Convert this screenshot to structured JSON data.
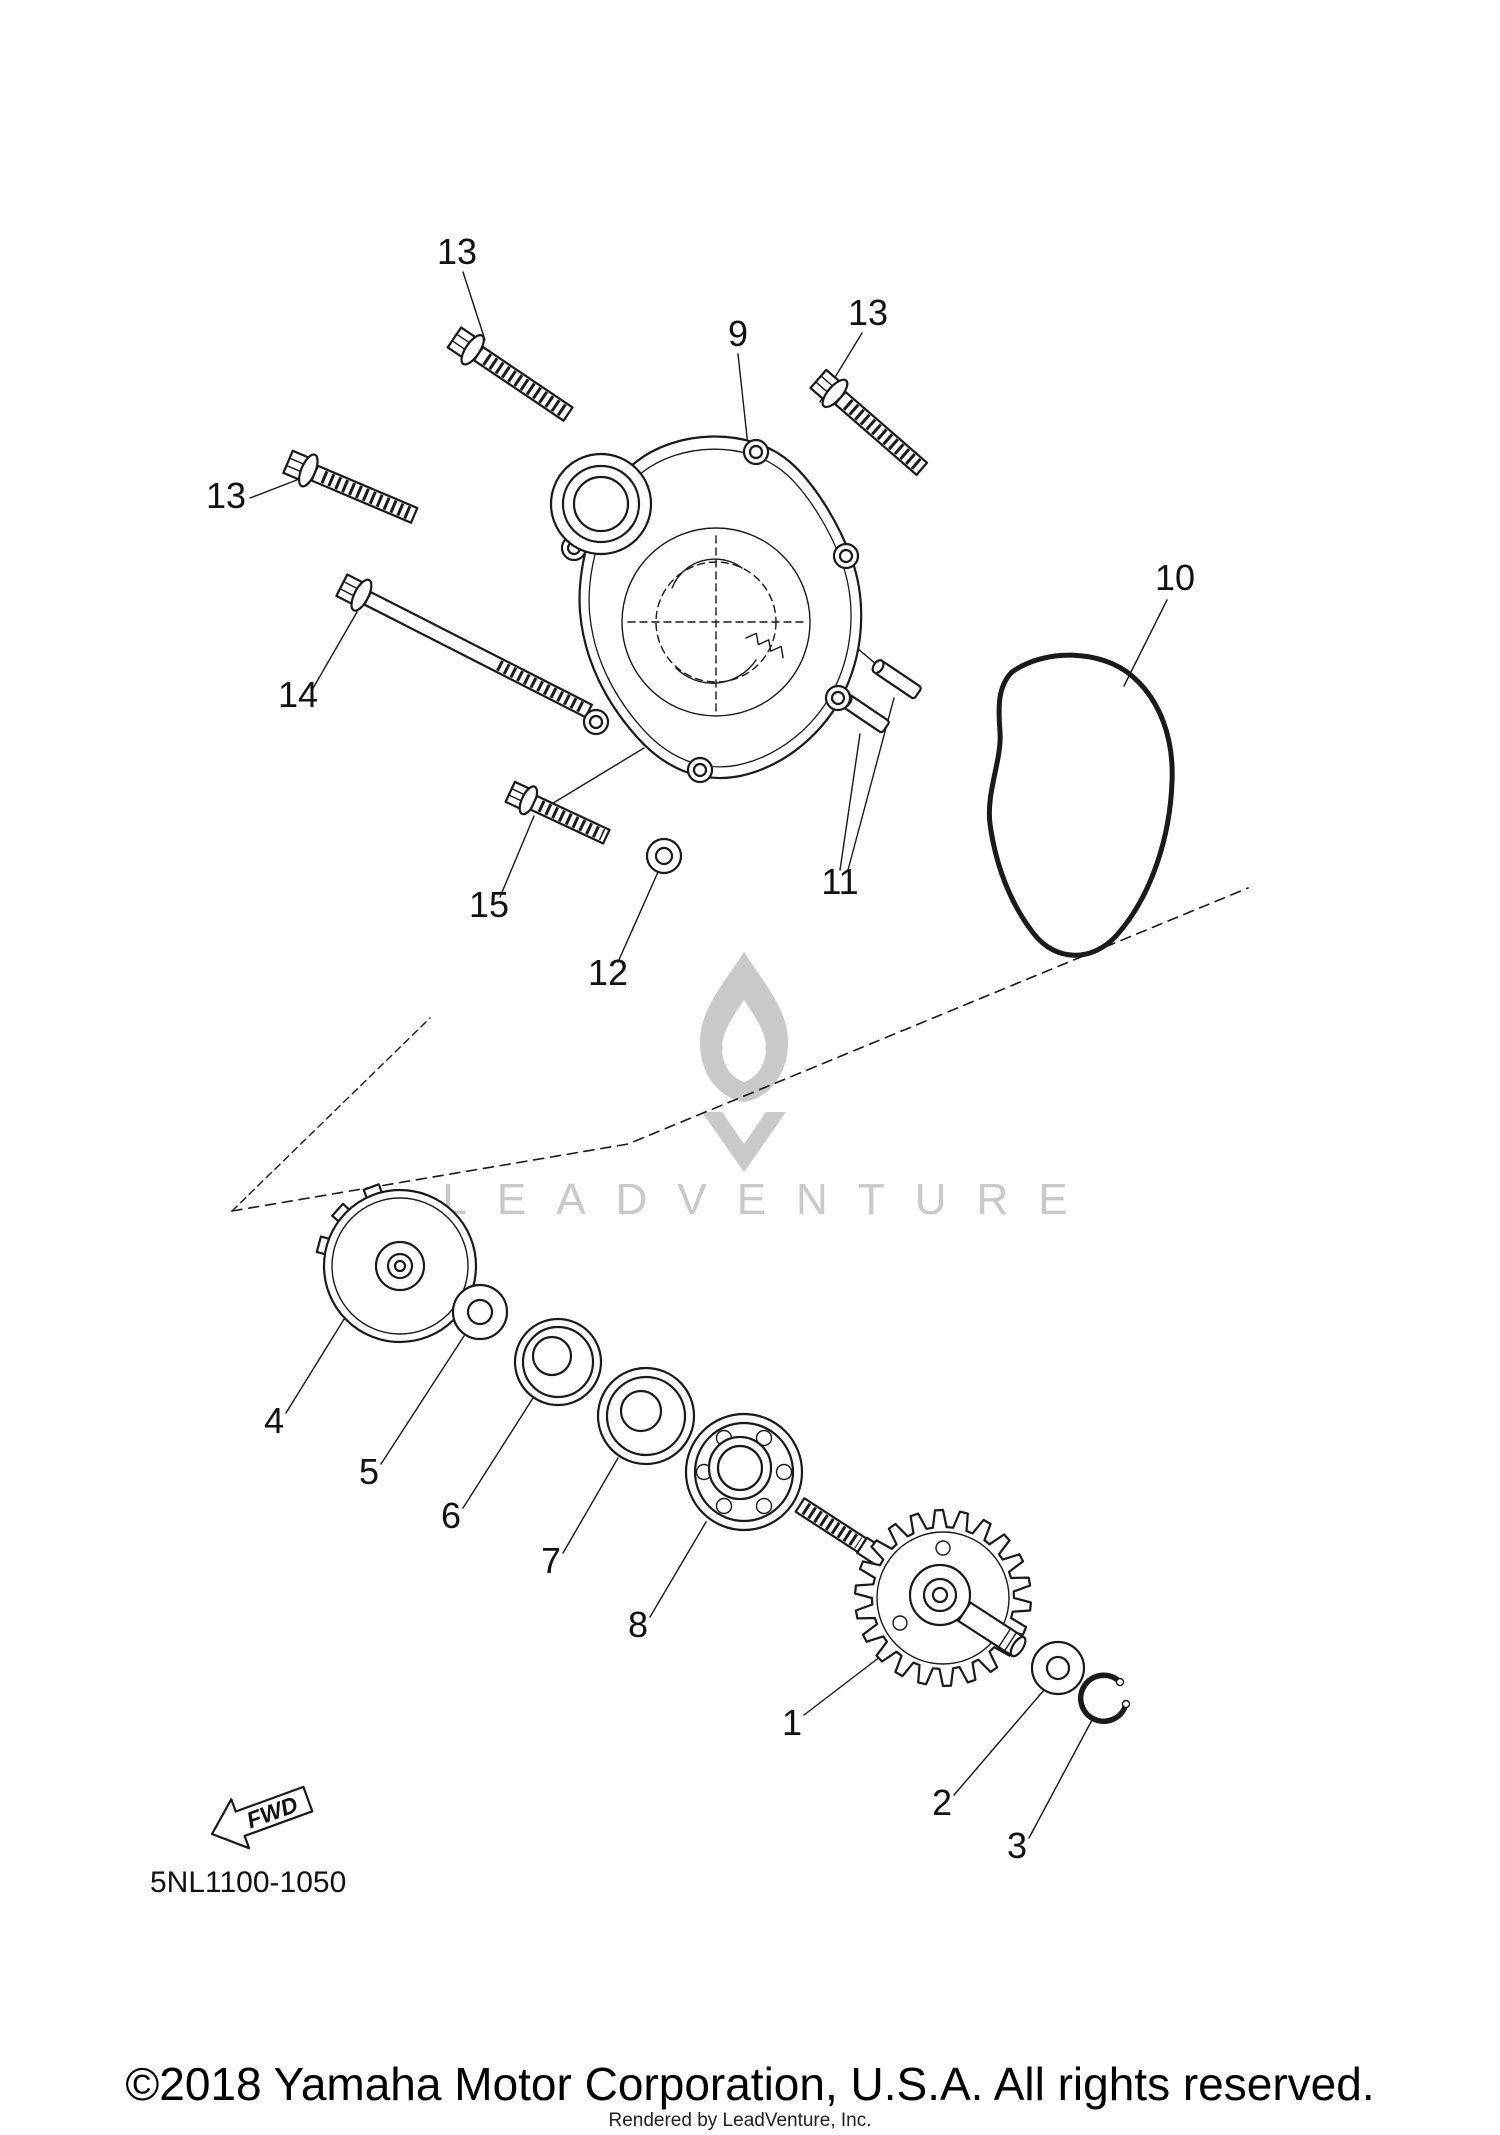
{
  "colors": {
    "ink": "#1a1a1a",
    "watermark": "#c9c9c9",
    "background": "#ffffff"
  },
  "callouts": [
    {
      "text": "13"
    },
    {
      "text": "9"
    },
    {
      "text": "13"
    },
    {
      "text": "13"
    },
    {
      "text": "14"
    },
    {
      "text": "10"
    },
    {
      "text": "11"
    },
    {
      "text": "15"
    },
    {
      "text": "12"
    },
    {
      "text": "4"
    },
    {
      "text": "5"
    },
    {
      "text": "6"
    },
    {
      "text": "7"
    },
    {
      "text": "8"
    },
    {
      "text": "1"
    },
    {
      "text": "2"
    },
    {
      "text": "3"
    }
  ],
  "fwd": {
    "label": "FWD"
  },
  "diagram_code": "5NL1100-1050",
  "watermark": {
    "brand": "LEADVENTURE"
  },
  "footer": {
    "copyright": "©2018 Yamaha Motor Corporation, U.S.A. All rights reserved.",
    "rendered_by": "Rendered by LeadVenture, Inc."
  }
}
